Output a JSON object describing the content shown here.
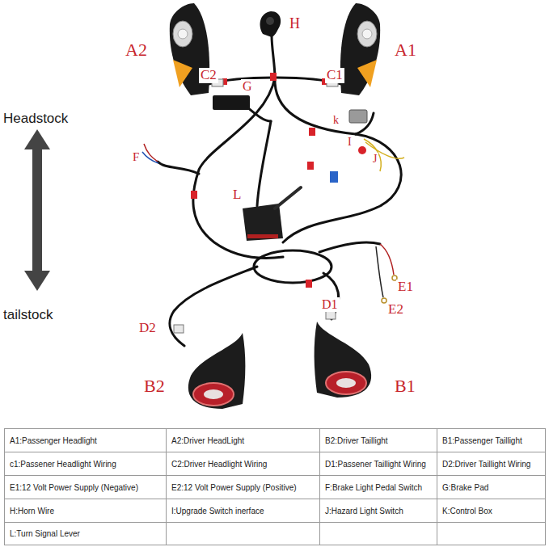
{
  "diagram": {
    "labels": [
      "A2",
      "H",
      "A1",
      "C2",
      "C1",
      "Headstock",
      "G",
      "k",
      "F",
      "I",
      "J",
      "L",
      "tailstock",
      "E1",
      "D1",
      "E2",
      "D2",
      "B2",
      "B1",
      "A1:Passenger Headlight",
      "A2:Driver HeadLight",
      "B2:Driver Taillight",
      "B1:Passenger Taillight",
      "c1:Passener Headlight Wiring",
      "C2:Driver Headlight Wiring",
      "D1:Passener Taillight Wiring",
      "D2:Driver Taillight Wiring",
      "E1:12 Volt Power Supply (Negative)",
      "E2:12 Volt Power Supply (Positive)",
      "F:Brake Light Pedal Switch",
      "G:Brake Pad",
      "H:Horn Wire",
      "I:Upgrade Switch inerface",
      "J:Hazard Light Switch",
      "K:Control Box",
      "L:Turn Signal Lever"
    ]
  }
}
